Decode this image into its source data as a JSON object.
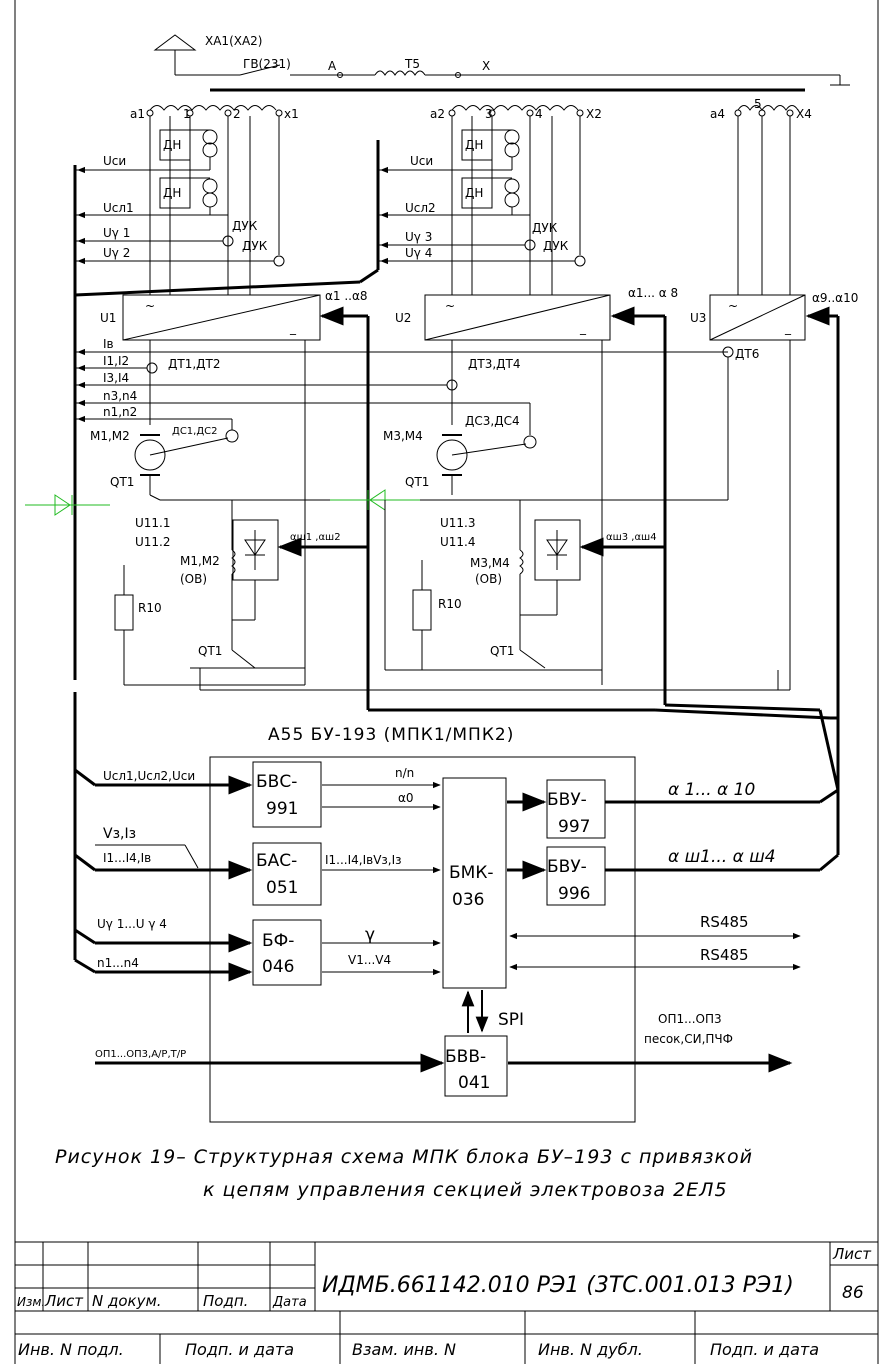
{
  "top": {
    "xa": "XA1(XA2)",
    "gv": "ГВ(231)",
    "a": "A",
    "t5": "T5",
    "x": "X"
  },
  "trans": {
    "t1": [
      "a1",
      "1",
      "2",
      "x1"
    ],
    "t2": [
      "a2",
      "3",
      "4",
      "X2"
    ],
    "t3": [
      "a4",
      "5",
      "X4"
    ]
  },
  "sec1": {
    "ucn": "Uси",
    "ucl": "Uсл1",
    "ug1": "Uγ 1",
    "ug2": "Uγ 2",
    "dn": "ДН",
    "duk": "ДУК",
    "u": "U1",
    "alpha": "α1 ..α8",
    "ib": "Iв",
    "i12": "I1,I2",
    "i34": "I3,I4",
    "n34": "n3,n4",
    "n12": "n1,n2",
    "dt": "ДТ1,ДТ2",
    "m": "M1,M2",
    "dc": "ДС1,ДС2",
    "qt": "QT1",
    "u11a": "U11.1",
    "u11b": "U11.2",
    "alphash": "αш1 ,αш2",
    "mov": "M1,M2",
    "ov": "(ОВ)",
    "r": "R10"
  },
  "sec2": {
    "ucn": "Uси",
    "ucl": "Uсл2",
    "ug3": "Uγ 3",
    "ug4": "Uγ 4",
    "dn": "ДН",
    "duk": "ДУК",
    "u": "U2",
    "alpha": "α1... α 8",
    "dt": "ДТ3,ДТ4",
    "m": "M3,M4",
    "dc": "ДС3,ДС4",
    "qt": "QT1",
    "u11a": "U11.3",
    "u11b": "U11.4",
    "alphash": "αш3 ,αш4",
    "mov": "M3,M4",
    "ov": "(ОВ)",
    "r": "R10"
  },
  "sec3": {
    "u": "U3",
    "alpha": "α9..α10",
    "dt": "ДТ6"
  },
  "block": {
    "title": "A55 БУ-193 (МПК1/МПК2)",
    "bvc": [
      "БВС-",
      "991"
    ],
    "bac": [
      "БАС-",
      "051"
    ],
    "bf": [
      "БФ-",
      "046"
    ],
    "bmk": [
      "БМК-",
      "036"
    ],
    "bvu1": [
      "БВУ-",
      "997"
    ],
    "bvu2": [
      "БВУ-",
      "996"
    ],
    "bvv": [
      "БВВ-",
      "041"
    ],
    "in1": "Uсл1,Uсл2,Uси",
    "in2a": "Vз,Iз",
    "in2b": "I1...I4,Iв",
    "in3": "Uγ 1...U γ 4",
    "in4": "n1...n4",
    "in5": "ОП1...ОП3,А/Р,Т/Р",
    "nn": "n/n",
    "a0": "α0",
    "mid": "I1...I4,IвVз,Iз",
    "gamma": "γ",
    "v": "V1...V4",
    "out1": "α 1...    α 10",
    "out2": "α ш1...   α ш4",
    "rs1": "RS485",
    "rs2": "RS485",
    "spi": "SPI",
    "op": "ОП1...ОП3",
    "sand": "песок,СИ,ПЧФ"
  },
  "caption": {
    "line1": "Рисунок 19–  Структурная схема МПК блока БУ–193 с привязкой",
    "line2": "к цепям управления секцией электровоза 2ЕЛ5"
  },
  "stamp": {
    "izm": "Изм.",
    "list": "Лист",
    "ndok": "N  докум.",
    "podp": "Подп.",
    "data": "Дата",
    "code": "ИДМБ.661142.010  РЭ1  (3ТС.001.013  РЭ1)",
    "list_label": "Лист",
    "page": "86",
    "b1": "Инв.  N  подл.",
    "b2": "Подп.  и  дата",
    "b3": "Взам.  инв.  N",
    "b4": "Инв.  N  дубл.",
    "b5": "Подп.  и  дата"
  }
}
